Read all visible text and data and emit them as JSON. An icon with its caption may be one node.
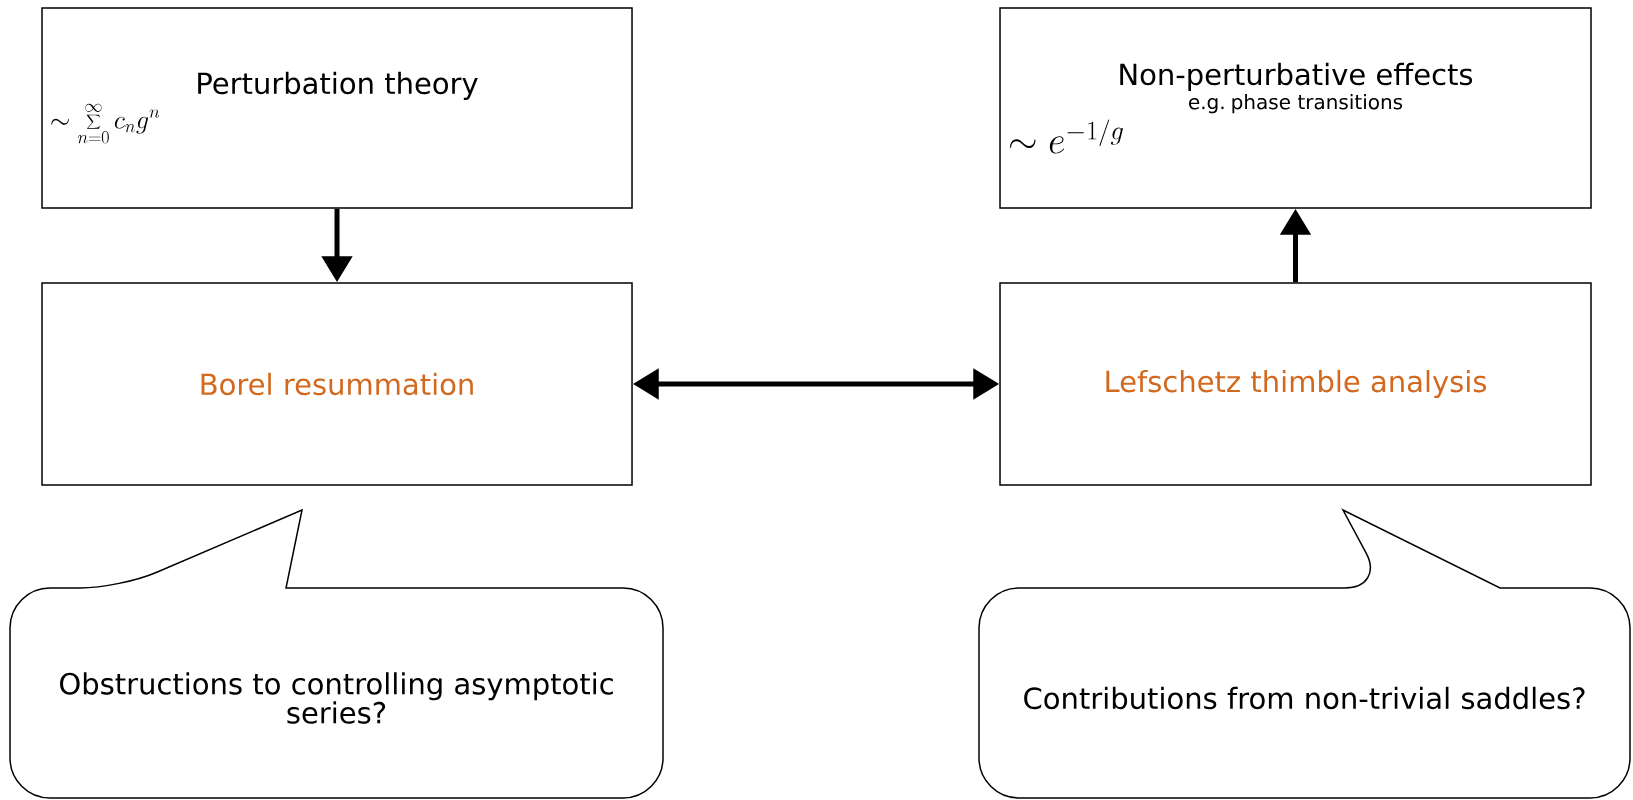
{
  "diagram": {
    "nodes": [
      {
        "text": [
          "Perturbation theory",
          "\\sim \\sum_{n=0}^{\\infty} c_n g^n"
        ]
      },
      {
        "text": [
          "Non-perturbative effects",
          "e.g. phase transitions",
          "\\sim e^{-1/g}"
        ]
      },
      {
        "text": [
          "Borel resummation"
        ]
      },
      {
        "text": [
          "Lefschetz thimble analysis"
        ]
      },
      {
        "text": [
          "Obstructions to controlling asymptotic series?"
        ]
      },
      {
        "text": [
          "Contributions from non-trivial saddles?"
        ]
      }
    ],
    "edges": [
      {
        "from": 0,
        "to": 2,
        "arrow": "to"
      },
      {
        "from": 3,
        "to": 1,
        "arrow": "to"
      },
      {
        "from": 2,
        "to": 3,
        "arrow": "both"
      }
    ]
  }
}
